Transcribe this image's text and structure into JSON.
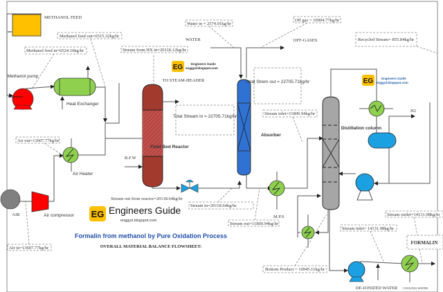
{
  "title": "Formalin from methanol by Pure Oxidation Process",
  "subtitle": "OVERALL MATERIAL BALANCE FLOWSHEET:",
  "brand": {
    "logo": "EG",
    "name": "Engineers Guide",
    "url": "enggyd.blogspot.com",
    "color": "#FFC000",
    "text_color_blue": "#1F5FA8"
  },
  "colors": {
    "feed_tank": "#FFC000",
    "pump_red": "#FF0000",
    "exchanger_green": "#8FD14F",
    "reactor": "#A33A2E",
    "absorber": "#2F72D3",
    "distillation": "#A6A6A6",
    "blue_equipment": "#1BA1E2",
    "title_blue": "#1F4FA8"
  },
  "equipment": {
    "feed_tank": "METHANOL FEED",
    "methanol_pump": "Methanol pump",
    "heat_exchanger": "Heat Exchanger",
    "air_heater": "Air Heater",
    "air": "AIR",
    "air_compressor": "Air compressor",
    "reactor": "Fluid Bed Reactor",
    "absorber": "Absorber",
    "distillation": "Distillation column",
    "formalin": "FORMALIN"
  },
  "streams": {
    "water": "WATER",
    "to_steam_header": "TO STEAM-HEADER",
    "off_gases": "OFF-GASES",
    "bfw": "B.F.W",
    "mps": "M.P.S",
    "h2": "H2",
    "deionized_water": "DE-IONIZED WATER",
    "cooling_water": "COOLING WATER"
  },
  "annotations": {
    "methanol_feed_out": "Methanol feed out=6515.32kg/hr",
    "methanol_feed_in": "Methanol feed in=6524.10kg/hr",
    "stream_from_hx": "Stream from HX in=20118.12kg/hr",
    "water_in": "Water in = 2574.01kg/hr",
    "off_gas": "Off gas = 10904.77kg/hr",
    "recycled_stream": "Recycled Stream= 855.84kg/hr",
    "total_stream_in": "Total Stream in = 22705.71kg/hr",
    "total_stream_out": "Total Strem out = 22705.71kg/hr",
    "stream_inlet_dist": "Stream inlet=11800.94kg/hr",
    "air_out": "Air out=13607.77kg/hr",
    "air_in": "Air in=13607.77kg/hr",
    "stream_out_reactor": "Stream out from reactor=20118.64kg/hr",
    "stream_in_absorber": "Stream in=20118.64kg/hr",
    "stream_out_mps": "Stream out=11800.94kg/hr",
    "bottom_product": "Bottom Product = 10945.11kg/hr",
    "stream_inlet_formalin": "Stream inlet= 14131.98kg/hr",
    "stream_outlet_formalin": "Stream outlet=14131.98kg/hr"
  }
}
